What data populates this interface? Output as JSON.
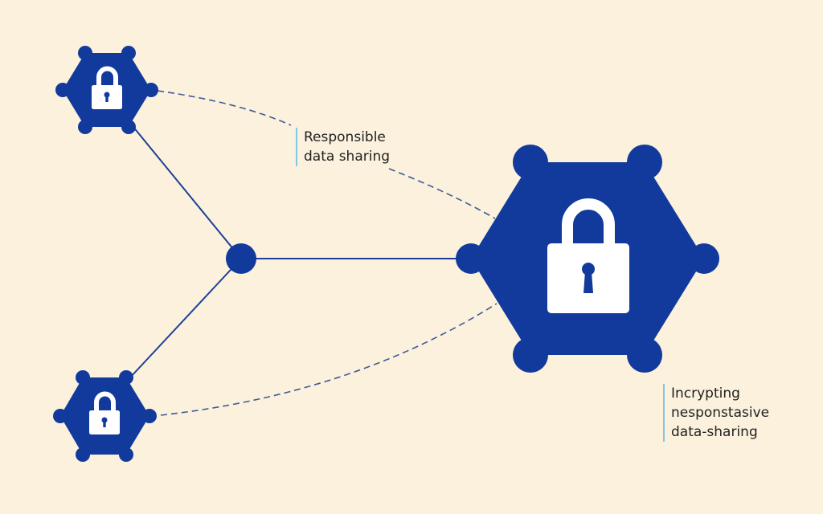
{
  "colors": {
    "background": "#fbf1dc",
    "node": "#123a9c",
    "link": "#1d3f99",
    "dashed_link": "#425a9a",
    "lock": "#ffffff",
    "callout_bar": "#7fc7e6",
    "text": "#222222"
  },
  "icons": {
    "node": "padlock-icon"
  },
  "labels": {
    "responsible": [
      "Responsible",
      "data sharing"
    ],
    "encrypting": [
      "Incrypting",
      "nesponstasive",
      "data-sharing"
    ]
  }
}
